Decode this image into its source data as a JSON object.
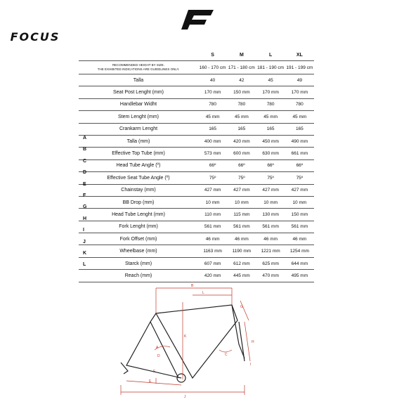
{
  "brand": {
    "name": "FOCUS"
  },
  "table": {
    "sizes": [
      "S",
      "M",
      "L",
      "XL"
    ],
    "note_label": [
      "RECOMMENDED HEIGHT BY SIZE.",
      "THE EXHIBITED INDICATIONS ARE GUIDELINES ONLY."
    ],
    "heights": [
      "160 - 170 cm",
      "171 - 180 cm",
      "181 - 190 cm",
      "191 - 199 cm"
    ],
    "rows": [
      {
        "letter": "",
        "label": "Talla",
        "values": [
          "40",
          "42",
          "45",
          "49"
        ]
      },
      {
        "letter": "",
        "label": "Seat Post Lenght (mm)",
        "values": [
          "170 mm",
          "150 mm",
          "170 mm",
          "170 mm"
        ]
      },
      {
        "letter": "",
        "label": "Handlebar Widht",
        "values": [
          "780",
          "780",
          "780",
          "780"
        ]
      },
      {
        "letter": "",
        "label": "Stem Lenght (mm)",
        "values": [
          "45 mm",
          "45 mm",
          "45 mm",
          "45 mm"
        ]
      },
      {
        "letter": "",
        "label": "Crankarm Lenght",
        "values": [
          "165",
          "165",
          "165",
          "165"
        ]
      },
      {
        "letter": "A",
        "label": "Talla (mm)",
        "values": [
          "400 mm",
          "420 mm",
          "450 mm",
          "490 mm"
        ]
      },
      {
        "letter": "B",
        "label": "Effective Top Tube (mm)",
        "values": [
          "573 mm",
          "600 mm",
          "630 mm",
          "661 mm"
        ]
      },
      {
        "letter": "C",
        "label": "Head Tube Angle (º)",
        "values": [
          "66º",
          "66º",
          "66º",
          "66º"
        ]
      },
      {
        "letter": "D",
        "label": "Effective Seat Tube Angle (º)",
        "values": [
          "75º",
          "75º",
          "75º",
          "75º"
        ]
      },
      {
        "letter": "E",
        "label": "Chainstay (mm)",
        "values": [
          "427 mm",
          "427 mm",
          "427 mm",
          "427 mm"
        ]
      },
      {
        "letter": "F",
        "label": "BB Drop (mm)",
        "values": [
          "10 mm",
          "10 mm",
          "10 mm",
          "10 mm"
        ]
      },
      {
        "letter": "G",
        "label": "Head Tube Lenght (mm)",
        "values": [
          "110 mm",
          "115 mm",
          "130 mm",
          "150 mm"
        ]
      },
      {
        "letter": "H",
        "label": "Fork Lenght (mm)",
        "values": [
          "561 mm",
          "561 mm",
          "561 mm",
          "561 mm"
        ]
      },
      {
        "letter": "I",
        "label": "Fork Offset (mm)",
        "values": [
          "46 mm",
          "46 mm",
          "46 mm",
          "46 mm"
        ]
      },
      {
        "letter": "J",
        "label": "Wheelbase (mm)",
        "values": [
          "1163 mm",
          "1190 mm",
          "1221 mm",
          "1254 mm"
        ]
      },
      {
        "letter": "K",
        "label": "Starck (mm)",
        "values": [
          "607 mm",
          "612 mm",
          "625 mm",
          "644 mm"
        ]
      },
      {
        "letter": "L",
        "label": "Reach (mm)",
        "values": [
          "420 mm",
          "445 mm",
          "470 mm",
          "495 mm"
        ]
      }
    ]
  },
  "diagram": {
    "labels": {
      "A": "A",
      "B": "B",
      "C": "C",
      "D": "D",
      "E": "E",
      "F": "F",
      "G": "G",
      "H": "H",
      "I": "I",
      "J": "J",
      "K": "K",
      "L": "L"
    }
  },
  "colors": {
    "accent": "#c0392b",
    "frame": "#222222"
  }
}
